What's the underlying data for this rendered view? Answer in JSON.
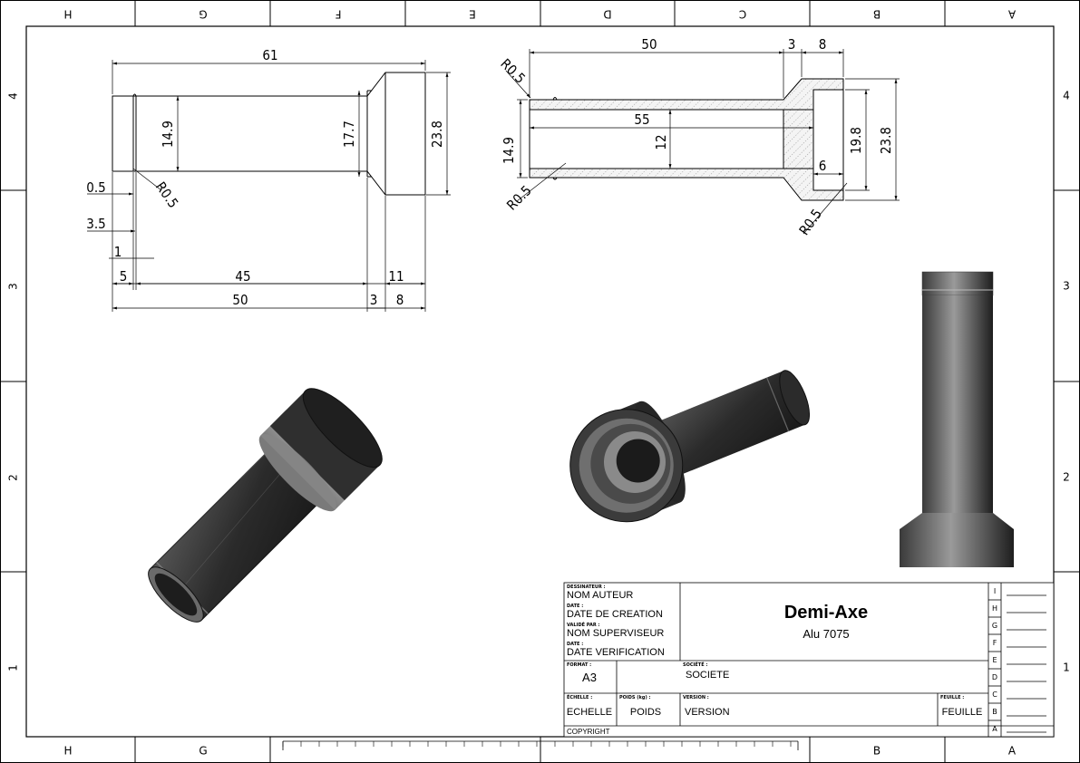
{
  "zones": {
    "columns": [
      "H",
      "G",
      "F",
      "E",
      "D",
      "C",
      "B",
      "A"
    ],
    "rows": [
      "4",
      "3",
      "2",
      "1"
    ]
  },
  "front_view": {
    "overall_length": "61",
    "shaft_diameter": "14.9",
    "neck_diameter": "17.7",
    "head_diameter": "23.8",
    "groove_depth": "0.5",
    "groove_radius": "R0.5",
    "step": "3.5",
    "groove_width": "1",
    "groove_pos": "5",
    "shaft_len": "45",
    "head_len": "11",
    "len_50": "50",
    "len_3": "3",
    "len_8": "8"
  },
  "section_view": {
    "len_50": "50",
    "len_3": "3",
    "len_8": "8",
    "radius_tl": "R0.5",
    "radius_bl": "R0.5",
    "radius_br": "R0.5",
    "bore_len": "55",
    "bore_dia": "12",
    "outer_dia": "14.9",
    "counterbore_dia": "19.8",
    "head_dia": "23.8",
    "counterbore_depth": "6"
  },
  "title_block": {
    "designer_label": "DESSINATEUR :",
    "designer": "NOM AUTEUR",
    "date_label": "DATE :",
    "creation_date": "DATE DE CREATION",
    "validated_label": "VALIDÉ PAR :",
    "supervisor": "NOM SUPERVISEUR",
    "date_label2": "DATE :",
    "verification_date": "DATE VERIFICATION",
    "format_label": "FORMAT :",
    "format": "A3",
    "company_label": "SOCIÉTÉ :",
    "company": "SOCIETE",
    "scale_label": "ÉCHELLE :",
    "scale": "ECHELLE",
    "weight_label": "POIDS (kg) :",
    "weight": "POIDS",
    "version_label": "VERSION :",
    "version": "VERSION",
    "sheet_label": "FEUILLE :",
    "sheet": "FEUILLE",
    "copyright": "COPYRIGHT",
    "title": "Demi-Axe",
    "material": "Alu 7075",
    "revisions": [
      "I",
      "H",
      "G",
      "F",
      "E",
      "D",
      "C",
      "B",
      "A"
    ]
  },
  "colors": {
    "line": "#000000",
    "body_dark": "#2a2a2a",
    "body_mid": "#555555",
    "body_light": "#8c8c8c",
    "hatch_fill": "#f2f2f2"
  }
}
